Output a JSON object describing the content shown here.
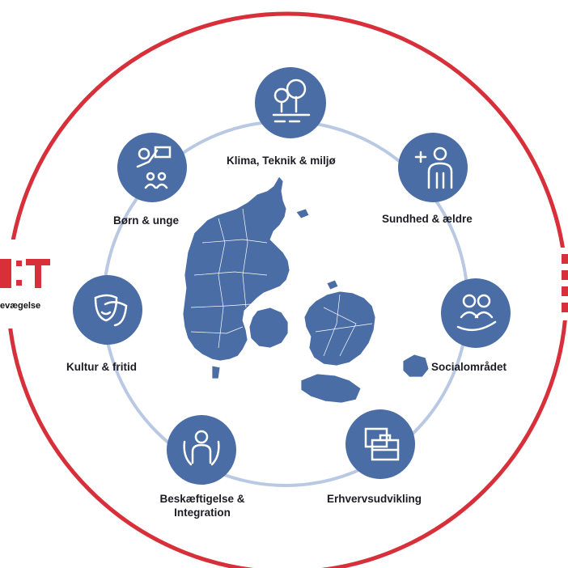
{
  "colors": {
    "ring": "#d7303a",
    "node": "#4a6da6",
    "inner_ring": "#b9c9e3",
    "map": "#4a6da6"
  },
  "logo": {
    "letters": "B:T",
    "caption": "evægelse"
  },
  "topics": [
    {
      "id": "klima",
      "label": "Klima, Teknik & miljø",
      "icon": "trees-icon"
    },
    {
      "id": "sundhed",
      "label": "Sundhed & ældre",
      "icon": "health-person-icon"
    },
    {
      "id": "social",
      "label": "Socialområdet",
      "icon": "hand-people-icon"
    },
    {
      "id": "erhverv",
      "label": "Erhvervsudvikling",
      "icon": "briefcase-icon"
    },
    {
      "id": "beskaeft",
      "label": "Beskæftigelse & Integration",
      "icon": "person-hands-icon"
    },
    {
      "id": "kultur",
      "label": "Kultur & fritid",
      "icon": "theatre-masks-icon"
    },
    {
      "id": "born",
      "label": "Børn & unge",
      "icon": "teacher-children-icon"
    }
  ]
}
